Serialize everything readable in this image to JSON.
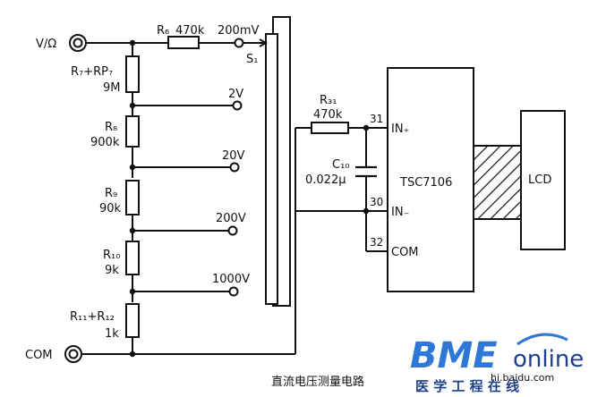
{
  "terminals": {
    "input": "V/Ω",
    "common": "COM"
  },
  "divider": {
    "rp_label": "R₇+RP₇",
    "rp_value": "9M",
    "r8_label": "R₈",
    "r8_value": "900k",
    "r9_label": "R₉",
    "r9_value": "90k",
    "r10_label": "R₁₀",
    "r10_value": "9k",
    "r11_label": "R₁₁+R₁₂",
    "r11_value": "1k"
  },
  "series_resistor": {
    "label": "R₆",
    "value": "470k"
  },
  "switch": {
    "label": "S₁"
  },
  "ranges": [
    "200mV",
    "2V",
    "20V",
    "200V",
    "1000V"
  ],
  "filter": {
    "r_label": "R₃₁",
    "r_value": "470k",
    "c_label": "C₁₀",
    "c_value": "0.022μ"
  },
  "chip": {
    "name": "TSC7106",
    "pin_in_hi": "IN₊",
    "pin_in_lo": "IN₋",
    "pin_com": "COM",
    "pin31": "31",
    "pin30": "30",
    "pin32": "32"
  },
  "display": {
    "label": "LCD"
  },
  "caption": "直流电压测量电路",
  "logo": {
    "brand": "BME",
    "suffix": "online",
    "tagline": "医 学 工 程 在 线",
    "watermark": "hi.baidu.com"
  },
  "colors": {
    "ink": "#111111",
    "logo_blue": "#2f77d6",
    "logo_dark": "#1f3f8a"
  }
}
